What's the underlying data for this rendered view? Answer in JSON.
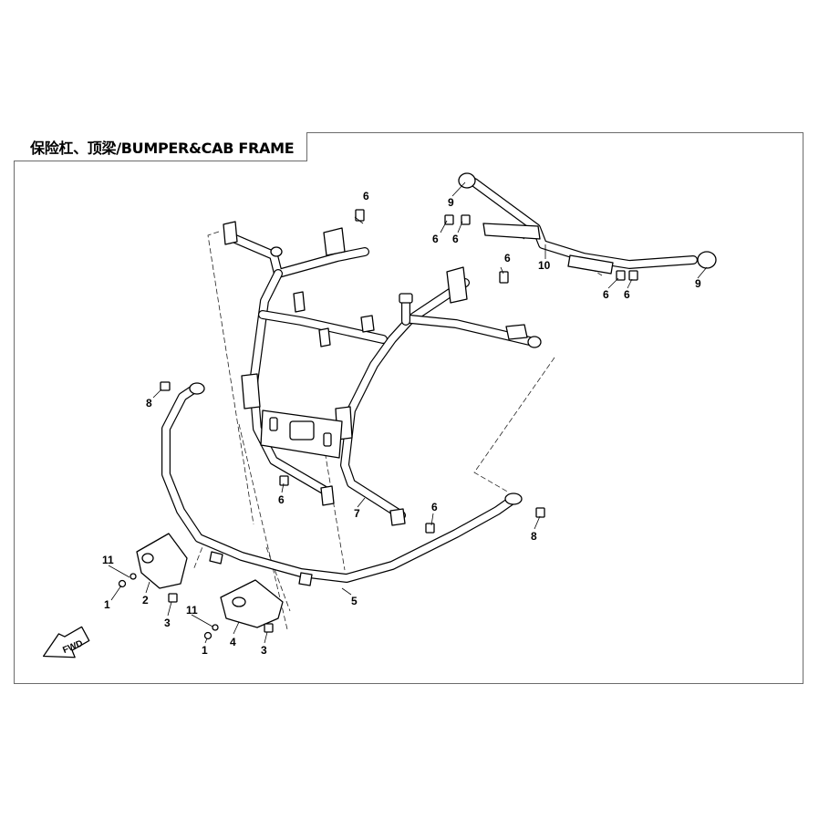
{
  "title": "保险杠、顶梁/BUMPER&CAB FRAME",
  "direction_label": "FWD",
  "callouts": {
    "c1a": "1",
    "c1b": "1",
    "c2": "2",
    "c3a": "3",
    "c3b": "3",
    "c4": "4",
    "c5": "5",
    "c6a": "6",
    "c6b": "6",
    "c6c": "6",
    "c6d": "6",
    "c6e": "6",
    "c6f": "6",
    "c6g": "6",
    "c7": "7",
    "c8a": "8",
    "c8b": "8",
    "c9a": "9",
    "c9b": "9",
    "c10": "10",
    "c11a": "11",
    "c11b": "11"
  }
}
